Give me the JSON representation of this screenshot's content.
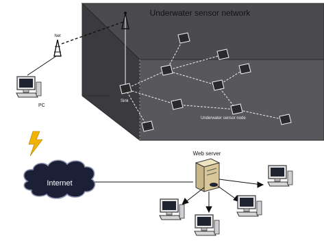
{
  "diagram": {
    "title": "Underwater sensor network",
    "labels": {
      "sink": "Sink",
      "sensor_node": "Underwater sensor node",
      "pc": "PC",
      "internet": "Internet",
      "web_server": "Web server",
      "antenna": "Net"
    }
  },
  "colors": {
    "box_top": "#4b4b4f",
    "box_front": "#58585c",
    "box_side": "#3a3a3e",
    "cloud": "#1c2036",
    "lightning": "#f2b200",
    "server": "#d9c79a"
  }
}
